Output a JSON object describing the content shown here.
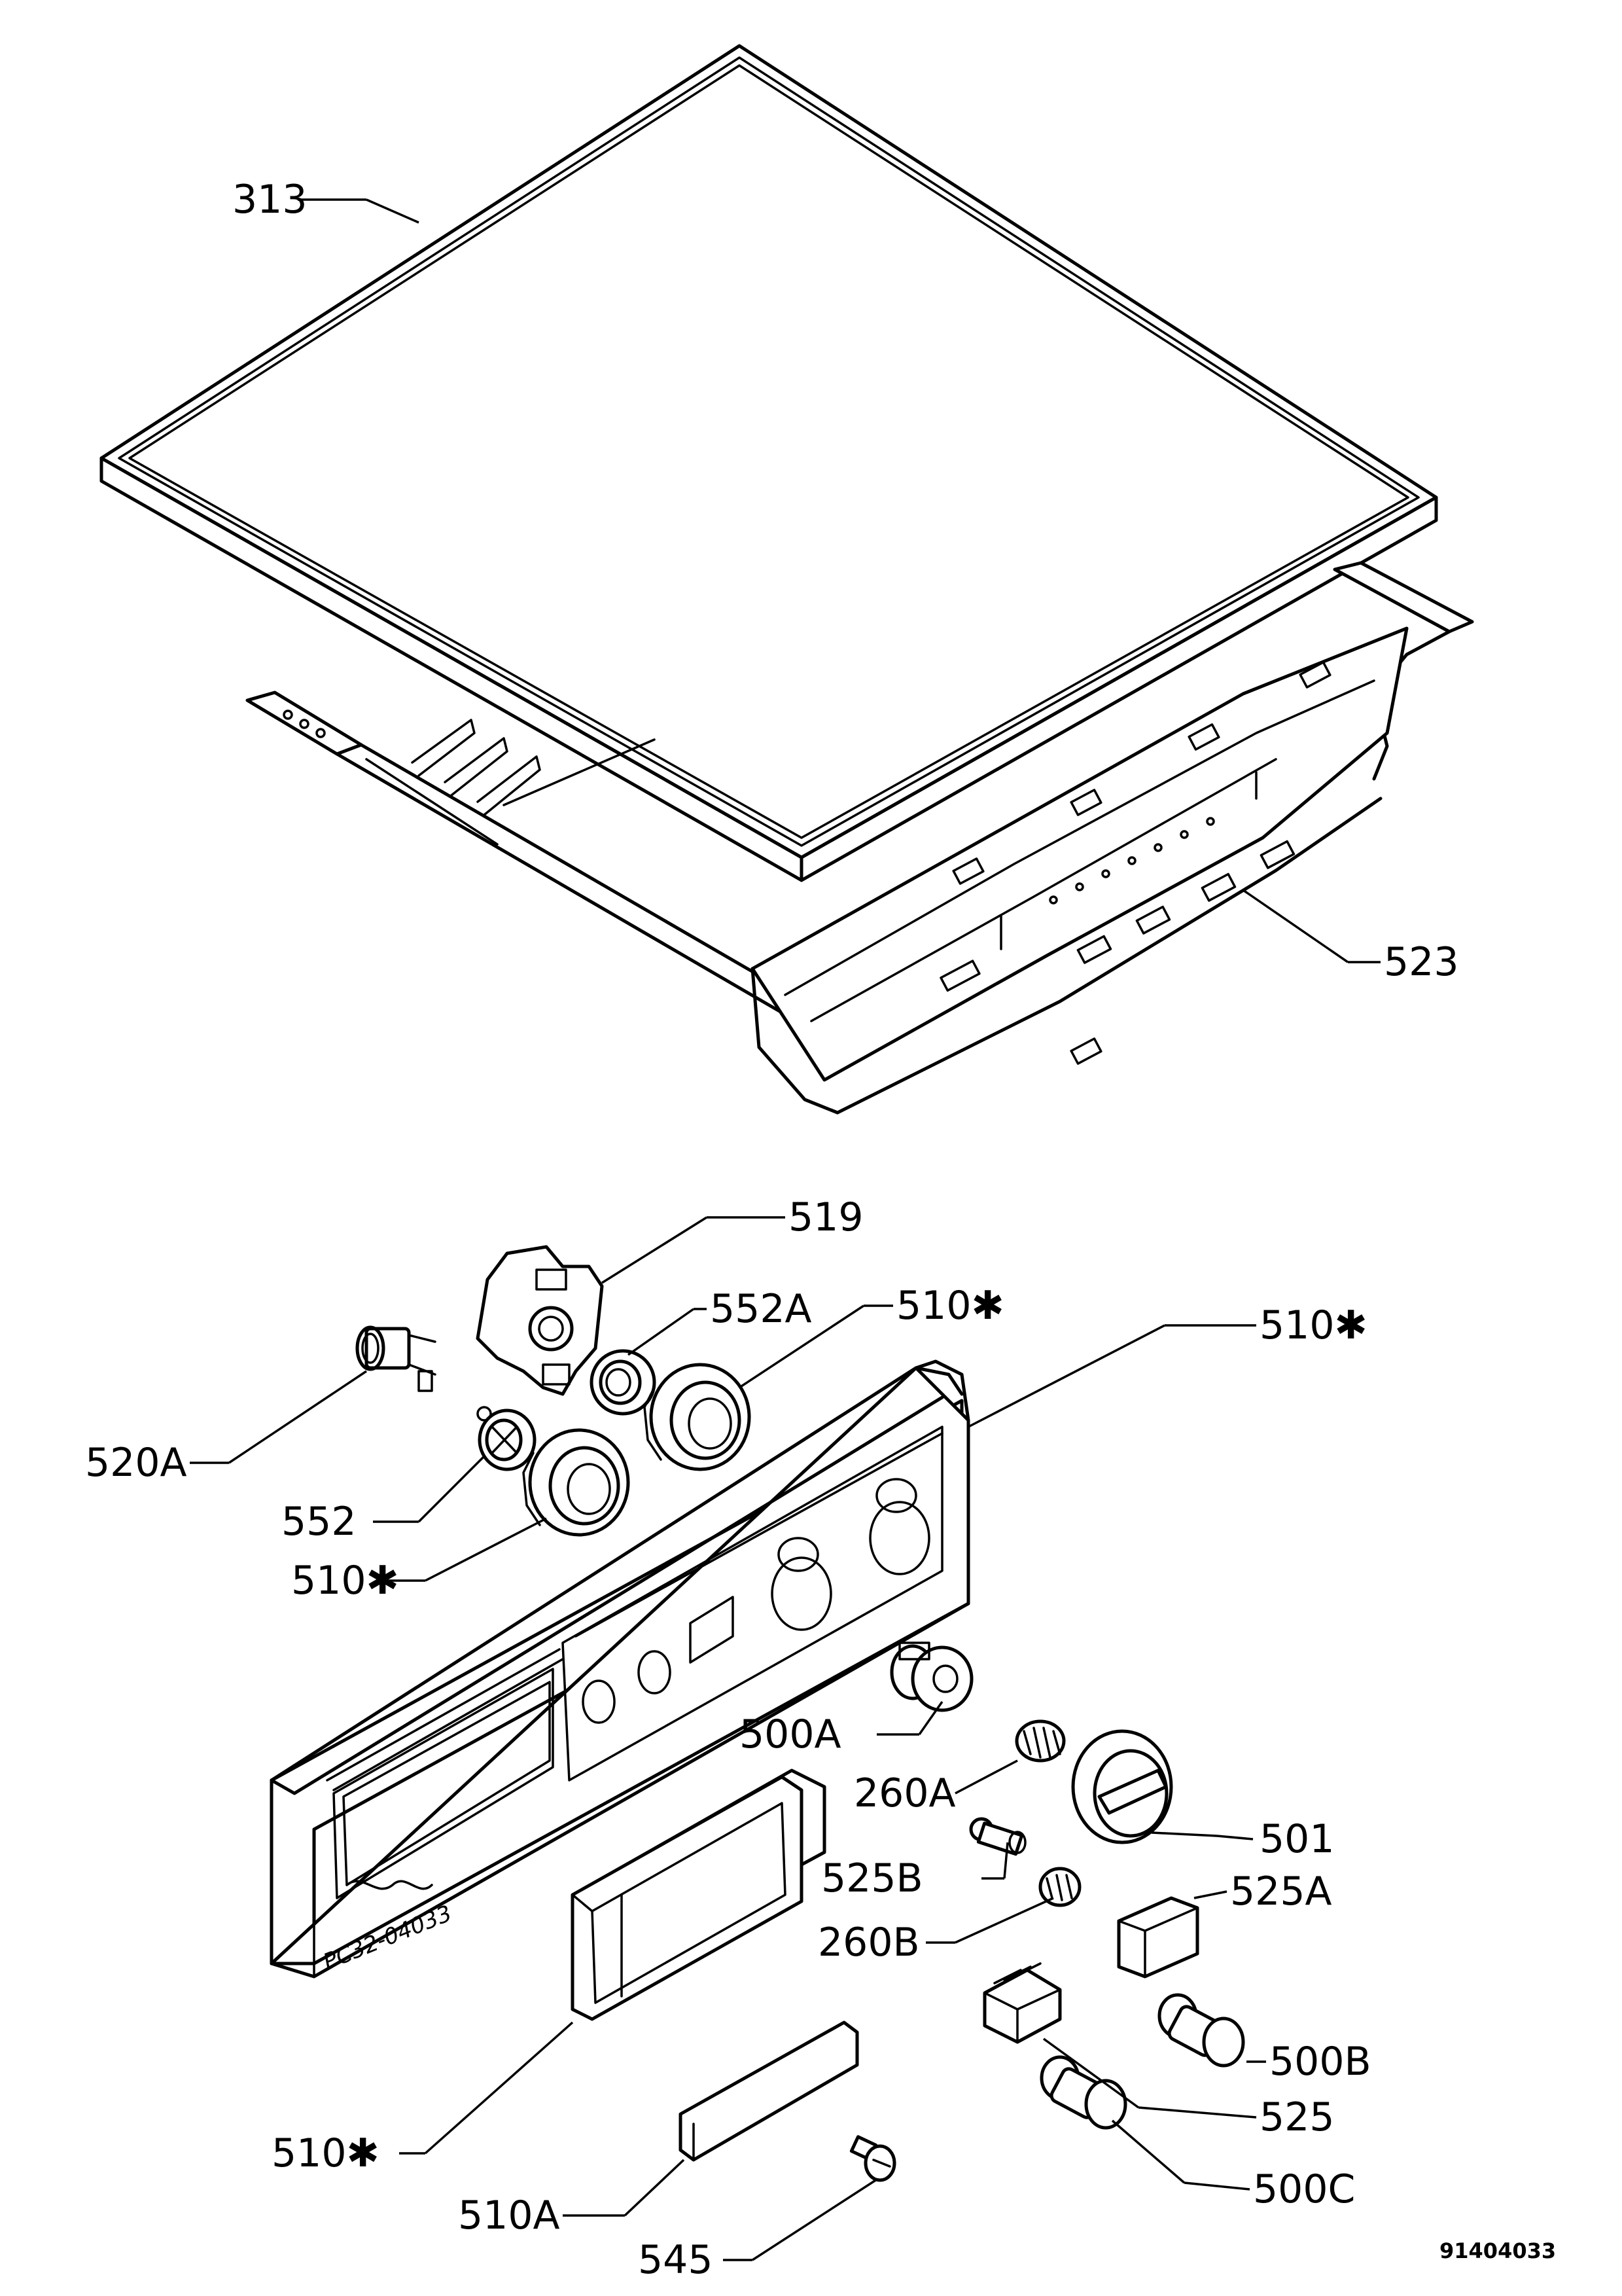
{
  "diagram": {
    "document_number": "91404033",
    "handwritten_code": "PC32-04033",
    "callouts": [
      {
        "id": "313",
        "label": "313"
      },
      {
        "id": "523",
        "label": "523"
      },
      {
        "id": "519",
        "label": "519"
      },
      {
        "id": "552A",
        "label": "552A"
      },
      {
        "id": "510s_top_mid",
        "label": "510✱"
      },
      {
        "id": "510s_top_right",
        "label": "510✱"
      },
      {
        "id": "520A",
        "label": "520A"
      },
      {
        "id": "552",
        "label": "552"
      },
      {
        "id": "510s_left",
        "label": "510✱"
      },
      {
        "id": "500A",
        "label": "500A"
      },
      {
        "id": "260A",
        "label": "260A"
      },
      {
        "id": "501",
        "label": "501"
      },
      {
        "id": "525B",
        "label": "525B"
      },
      {
        "id": "525A",
        "label": "525A"
      },
      {
        "id": "260B",
        "label": "260B"
      },
      {
        "id": "500B",
        "label": "500B"
      },
      {
        "id": "510s_bottom",
        "label": "510✱"
      },
      {
        "id": "525",
        "label": "525"
      },
      {
        "id": "510A",
        "label": "510A"
      },
      {
        "id": "500C",
        "label": "500C"
      },
      {
        "id": "545",
        "label": "545"
      }
    ]
  }
}
